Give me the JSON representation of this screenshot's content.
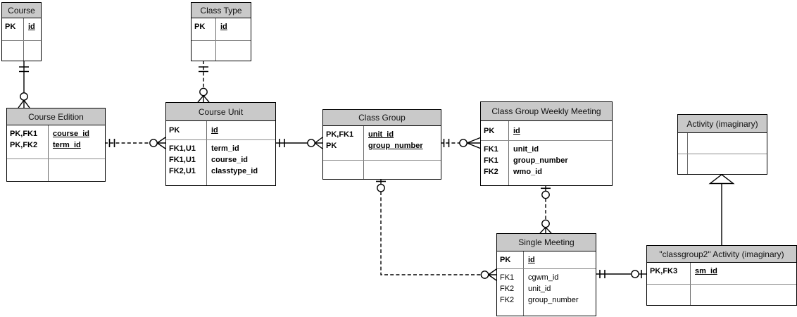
{
  "diagram": {
    "kind": "entity-relationship-diagram",
    "notation": "crow's foot",
    "background": "#ffffff"
  },
  "colors": {
    "table_header_bg": "#c9c9c9",
    "table_border": "#000000",
    "inner_divider": "#8c8c8c",
    "line": "#000000",
    "text": "#000000"
  },
  "tables": {
    "course": {
      "title": "Course",
      "key_rows": [
        {
          "key": "PK",
          "name": "id"
        }
      ],
      "attr_rows": []
    },
    "class_type": {
      "title": "Class Type",
      "key_rows": [
        {
          "key": "PK",
          "name": "id"
        }
      ],
      "attr_rows": []
    },
    "course_edition": {
      "title": "Course Edition",
      "key_rows": [
        {
          "key": "PK,FK1",
          "name": "course_id"
        },
        {
          "key": "PK,FK2",
          "name": "term_id"
        }
      ],
      "attr_rows": []
    },
    "course_unit": {
      "title": "Course Unit",
      "key_rows": [
        {
          "key": "PK",
          "name": "id"
        }
      ],
      "attr_rows": [
        {
          "key": "FK1,U1",
          "name": "term_id"
        },
        {
          "key": "FK1,U1",
          "name": "course_id"
        },
        {
          "key": "FK2,U1",
          "name": "classtype_id"
        }
      ]
    },
    "class_group": {
      "title": "Class Group",
      "key_rows": [
        {
          "key": "PK,FK1",
          "name": "unit_id"
        },
        {
          "key": "PK",
          "name": "group_number"
        }
      ],
      "attr_rows": []
    },
    "class_group_weekly_meeting": {
      "title": "Class Group Weekly Meeting",
      "key_rows": [
        {
          "key": "PK",
          "name": "id"
        }
      ],
      "attr_rows": [
        {
          "key": "FK1",
          "name": "unit_id"
        },
        {
          "key": "FK1",
          "name": "group_number"
        },
        {
          "key": "FK2",
          "name": "wmo_id"
        }
      ]
    },
    "activity": {
      "title": "Activity (imaginary)",
      "key_rows": [],
      "attr_rows": []
    },
    "single_meeting": {
      "title": "Single Meeting",
      "key_rows": [
        {
          "key": "PK",
          "name": "id"
        }
      ],
      "attr_rows": [
        {
          "key": "FK1",
          "name": "cgwm_id"
        },
        {
          "key": "FK2",
          "name": "unit_id"
        },
        {
          "key": "FK2",
          "name": "group_number"
        }
      ]
    },
    "classgroup2_activity": {
      "title": "\"classgroup2\" Activity (imaginary)",
      "key_rows": [
        {
          "key": "PK,FK3",
          "name": "sm_id"
        }
      ],
      "attr_rows": []
    }
  },
  "relationships": [
    {
      "from": "Course",
      "to": "Course Edition",
      "from_cardinality": "exactly-one",
      "to_cardinality": "zero-or-many",
      "line": "solid"
    },
    {
      "from": "Class Type",
      "to": "Course Unit",
      "from_cardinality": "exactly-one",
      "to_cardinality": "zero-or-many",
      "line": "dashed"
    },
    {
      "from": "Course Edition",
      "to": "Course Unit",
      "from_cardinality": "exactly-one",
      "to_cardinality": "zero-or-many",
      "line": "dashed"
    },
    {
      "from": "Course Unit",
      "to": "Class Group",
      "from_cardinality": "exactly-one",
      "to_cardinality": "zero-or-many",
      "line": "solid"
    },
    {
      "from": "Class Group",
      "to": "Class Group Weekly Meeting",
      "from_cardinality": "exactly-one",
      "to_cardinality": "zero-or-many",
      "line": "dashed"
    },
    {
      "from": "Class Group",
      "to": "Single Meeting",
      "from_cardinality": "zero-or-one",
      "to_cardinality": "zero-or-many",
      "line": "dashed"
    },
    {
      "from": "Class Group Weekly Meeting",
      "to": "Single Meeting",
      "from_cardinality": "zero-or-one",
      "to_cardinality": "zero-or-many",
      "line": "dashed"
    },
    {
      "from": "Single Meeting",
      "to": "\"classgroup2\" Activity (imaginary)",
      "from_cardinality": "exactly-one",
      "to_cardinality": "zero-or-one",
      "line": "solid"
    },
    {
      "from": "\"classgroup2\" Activity (imaginary)",
      "to": "Activity (imaginary)",
      "type": "generalization",
      "line": "solid"
    }
  ]
}
